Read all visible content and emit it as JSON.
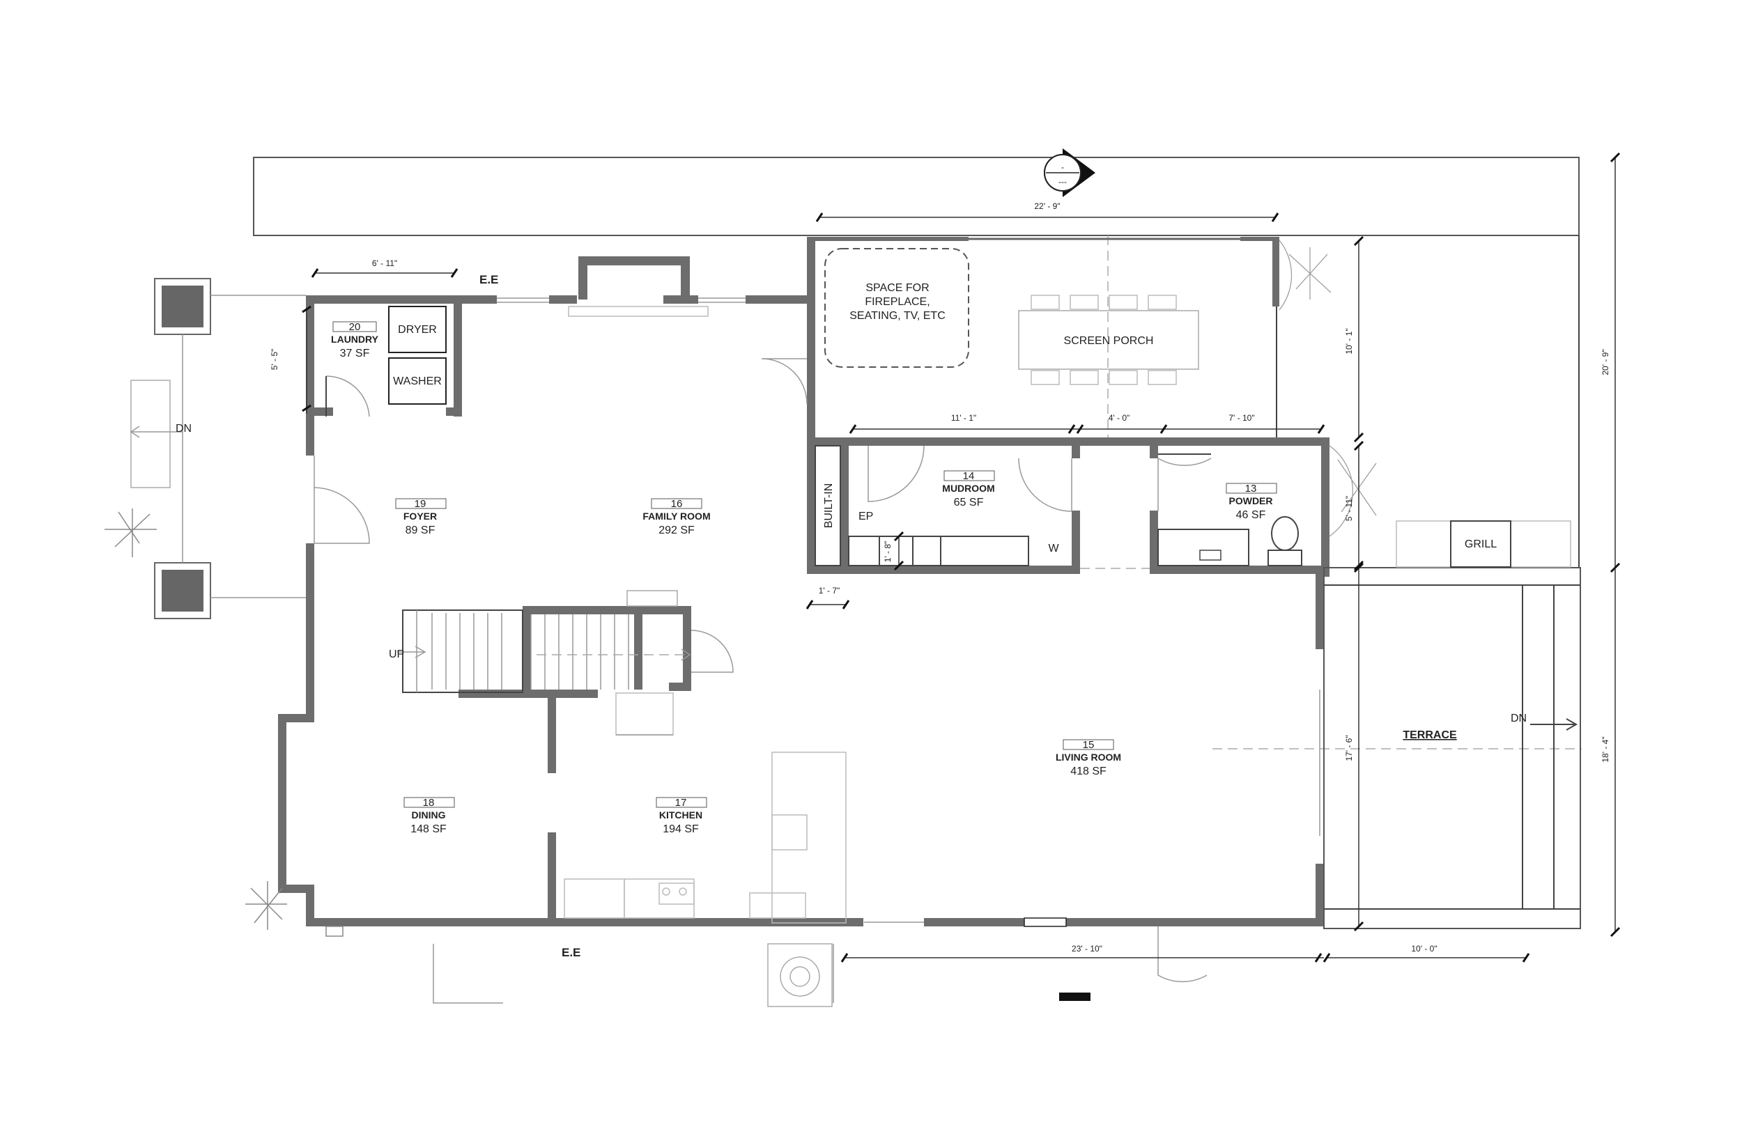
{
  "rooms": {
    "laundry": {
      "number": "20",
      "name": "LAUNDRY",
      "area": "37 SF"
    },
    "foyer": {
      "number": "19",
      "name": "FOYER",
      "area": "89 SF"
    },
    "family_room": {
      "number": "16",
      "name": "FAMILY ROOM",
      "area": "292 SF"
    },
    "mudroom": {
      "number": "14",
      "name": "MUDROOM",
      "area": "65 SF"
    },
    "powder": {
      "number": "13",
      "name": "POWDER",
      "area": "46 SF"
    },
    "living_room": {
      "number": "15",
      "name": "LIVING ROOM",
      "area": "418 SF"
    },
    "dining": {
      "number": "18",
      "name": "DINING",
      "area": "148 SF"
    },
    "kitchen": {
      "number": "17",
      "name": "KITCHEN",
      "area": "194 SF"
    }
  },
  "labels": {
    "dryer": "DRYER",
    "washer": "WASHER",
    "fireplace_line1": "SPACE FOR",
    "fireplace_line2": "FIREPLACE,",
    "fireplace_line3": "SEATING, TV, ETC",
    "screen_porch": "SCREEN PORCH",
    "built_in": "BUILT-IN",
    "ep": "EP",
    "w": "W",
    "grill": "GRILL",
    "terrace": "TERRACE",
    "up": "UP",
    "dn_left": "DN",
    "dn_right": "DN",
    "ee_top": "E.E",
    "ee_bottom": "E.E",
    "section_marker_top": "-",
    "section_marker_bottom": "---"
  },
  "dimensions": {
    "laundry_width": "6' - 11\"",
    "laundry_height": "5' - 5\"",
    "porch_width": "22' - 9\"",
    "porch_height": "10' - 1\"",
    "overall_right": "20' - 9\"",
    "seg_a": "11' - 1\"",
    "seg_b": "4' - 0\"",
    "seg_c": "7' - 10\"",
    "powder_depth": "5' - 11\"",
    "ep_width": "1' - 8\"",
    "builtin_depth": "1' - 7\"",
    "terrace_height": "17' - 6\"",
    "terrace_overall": "18' - 4\"",
    "living_width": "23' - 10\"",
    "terrace_width": "10' - 0\""
  }
}
